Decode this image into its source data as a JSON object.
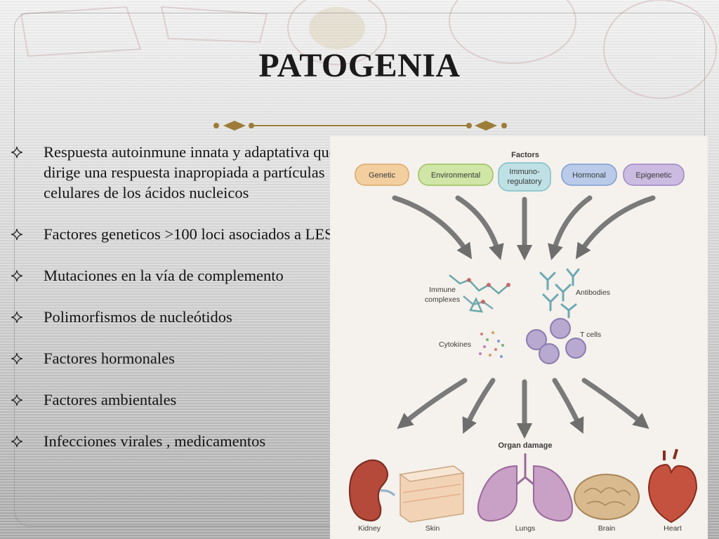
{
  "slide": {
    "title": "PATOGENIA",
    "bullets": [
      "Respuesta autoinmune innata y adaptativa que dirige una respuesta inapropiada a partículas celulares de los ácidos nucleicos",
      "Factores geneticos >100 loci asociados a LES",
      "Mutaciones en la vía de complemento",
      "Polimorfismos de nucleótidos",
      "Factores hormonales",
      "Factores ambientales",
      "Infecciones virales , medicamentos"
    ]
  },
  "figure": {
    "factors_heading": "Factors",
    "factors": [
      {
        "label_lines": [
          "Genetic"
        ],
        "color": "#f3cfa0"
      },
      {
        "label_lines": [
          "Environmental"
        ],
        "color": "#cfe6a6"
      },
      {
        "label_lines": [
          "Immuno-",
          "regulatory"
        ],
        "color": "#bfe0e4"
      },
      {
        "label_lines": [
          "Hormonal"
        ],
        "color": "#b9cbe8"
      },
      {
        "label_lines": [
          "Epigenetic"
        ],
        "color": "#cbbbe0"
      }
    ],
    "mediators": {
      "immune_complexes_lines": [
        "Immune",
        "complexes"
      ],
      "antibodies": "Antibodies",
      "cytokines": "Cytokines",
      "t_cells": "T cells"
    },
    "organ_damage_heading": "Organ damage",
    "organs": [
      "Kidney",
      "Skin",
      "Lungs",
      "Brain",
      "Heart"
    ]
  }
}
